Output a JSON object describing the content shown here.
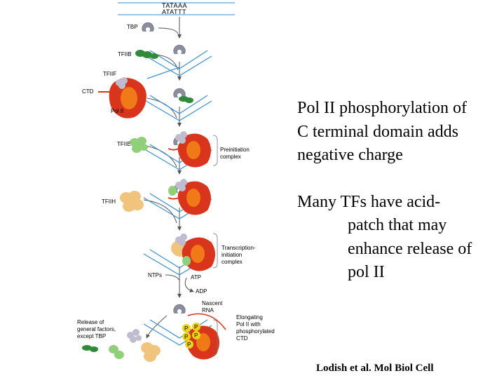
{
  "diagram": {
    "sequence_top": "TATAAA",
    "sequence_bottom": "ATATTT",
    "labels": {
      "tbp": "TBP",
      "tfiib": "TFIIB",
      "tfiif": "TFIIF",
      "ctd": "CTD",
      "pol2": "Pol II",
      "tfiie": "TFIIE",
      "tfiih": "TFIIH",
      "preinitiation_1": "Preinitiation",
      "preinitiation_2": "complex",
      "initiation_1": "Transcription-",
      "initiation_2": "initiation",
      "initiation_3": "complex",
      "ntps": "NTPs",
      "atp": "ATP",
      "adp": "ADP",
      "nascent_1": "Nascent",
      "nascent_2": "RNA",
      "elongating_1": "Elongating",
      "elongating_2": "Pol II with",
      "elongating_3": "phosphorylated",
      "elongating_4": "CTD",
      "release_1": "Release of",
      "release_2": "general factors,",
      "release_3": "except TBP",
      "phosphate": "P"
    },
    "colors": {
      "dna": "#3b8fcf",
      "tbp": "#8c8ea0",
      "tfiib": "#2f8a3a",
      "tfiie": "#90d07a",
      "tfiih": "#f0c47c",
      "tfiif": "#c0bcd0",
      "pol2": "#d8351c",
      "pol2_core": "#f07a18",
      "phosphate": "#ecd31a"
    }
  },
  "text": {
    "para1_line1": "Pol II phosphorylation of",
    "para1_line2": "C terminal domain adds",
    "para1_line3": "negative charge",
    "para2_line1": "Many TFs have acid-",
    "para2_line2": "patch that may",
    "para2_line3": "enhance release of",
    "para2_line4": "pol II"
  },
  "citation": "Lodish et al. Mol Biol Cell"
}
